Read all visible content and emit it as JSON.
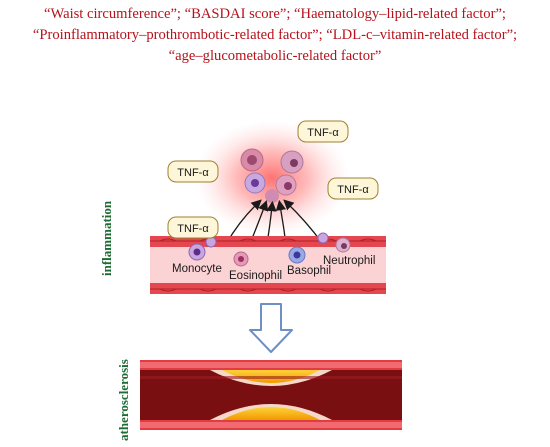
{
  "title_lines": [
    "“Waist circumference”; “BASDAI score”; “Haematology–lipid-related factor”;",
    "“Proinflammatory–prothrombotic-related factor”; “LDL-c–vitamin-related factor”;",
    "“age–glucometabolic-related factor”"
  ],
  "cytokine_label": "TNF-α",
  "cells": {
    "monocyte": "Monocyte",
    "eosinophil": "Eosinophil",
    "basophil": "Basophil",
    "neutrophil": "Neutrophil"
  },
  "side_labels": {
    "inflammation": "inflammation",
    "atherosclerosis": "atherosclerosis"
  },
  "colors": {
    "title": "#b5121b",
    "side_label": "#1f6b34",
    "vessel_wall": "#f6c6c9",
    "vessel_lumen": "#7a0f12",
    "plaque": "#f5b800",
    "arrow": "#6d8fc4",
    "tnf_box_fill": "#fdf6d8",
    "tnf_box_border": "#a08030"
  },
  "icons": [
    "down-arrow-icon",
    "blood-vessel-icon",
    "artery-plaque-icon"
  ]
}
